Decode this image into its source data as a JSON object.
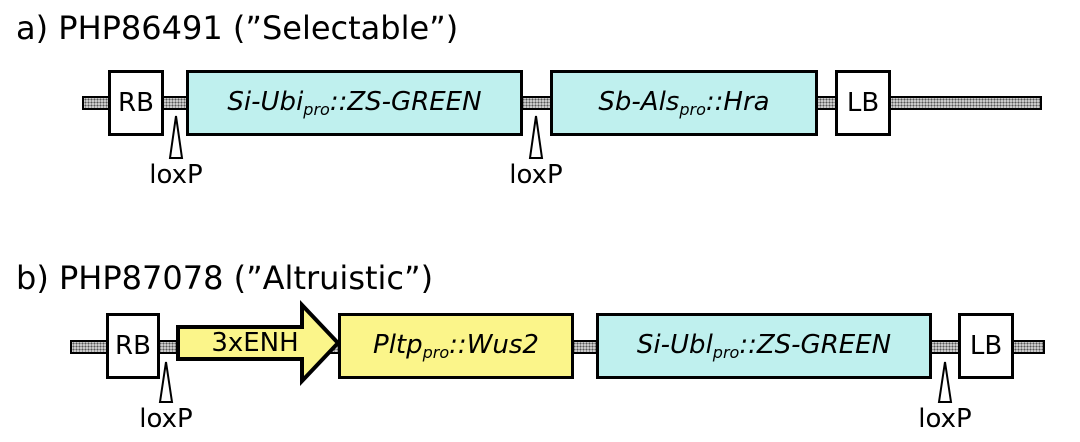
{
  "panels": {
    "a": {
      "title": "a) PHP86491 (”Selectable”)",
      "rb": "RB",
      "lb": "LB",
      "gene1": {
        "pre": "Si-Ubi",
        "sub": "pro",
        "post": "::ZS-GREEN"
      },
      "gene2": {
        "pre": "Sb-Als",
        "sub": "pro",
        "post": "::Hra"
      },
      "loxp1": "loxP",
      "loxp2": "loxP"
    },
    "b": {
      "title": "b) PHP87078 (”Altruistic”)",
      "rb": "RB",
      "lb": "LB",
      "enhancer": "3xENH",
      "gene1": {
        "pre": "Pltp",
        "sub": "pro",
        "post": "::Wus2"
      },
      "gene2": {
        "pre": "Si-Ubl",
        "sub": "pro",
        "post": "::ZS-GREEN"
      },
      "loxp1": "loxP",
      "loxp2": "loxP"
    }
  },
  "colors": {
    "cyan_box": "#bff0ee",
    "yellow_box": "#fbf58a",
    "backbone": "#cfcfcf"
  }
}
